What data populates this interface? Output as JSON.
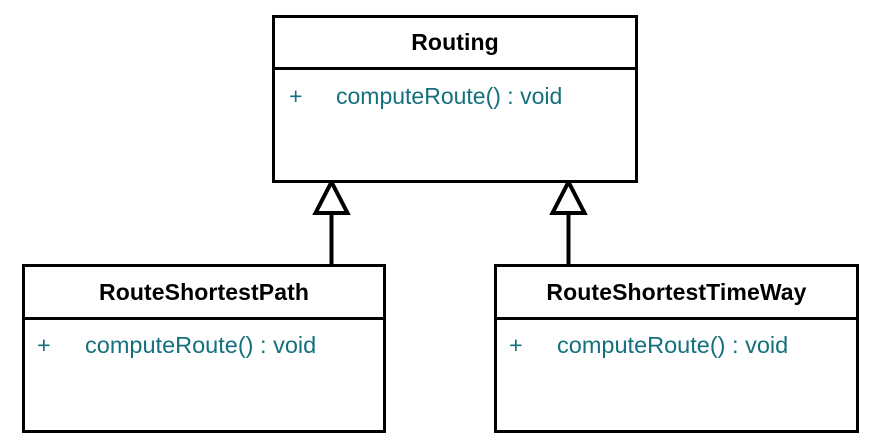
{
  "diagram": {
    "type": "uml-class-diagram",
    "background_color": "#ffffff",
    "line_color": "#000000",
    "class_name_color": "#000000",
    "member_text_color": "#15707d",
    "classes": [
      {
        "id": "routing",
        "name": "Routing",
        "members": [
          {
            "visibility": "+",
            "signature": "computeRoute() : void"
          }
        ]
      },
      {
        "id": "route-shortest-path",
        "name": "RouteShortestPath",
        "members": [
          {
            "visibility": "+",
            "signature": "computeRoute() : void"
          }
        ]
      },
      {
        "id": "route-shortest-time-way",
        "name": "RouteShortestTimeWay",
        "members": [
          {
            "visibility": "+",
            "signature": "computeRoute() : void"
          }
        ]
      }
    ],
    "relationships": [
      {
        "id": "gen-left",
        "kind": "generalization",
        "from": "RouteShortestPath",
        "to": "Routing",
        "arrowhead": "hollow-triangle"
      },
      {
        "id": "gen-right",
        "kind": "generalization",
        "from": "RouteShortestTimeWay",
        "to": "Routing",
        "arrowhead": "hollow-triangle"
      }
    ]
  }
}
